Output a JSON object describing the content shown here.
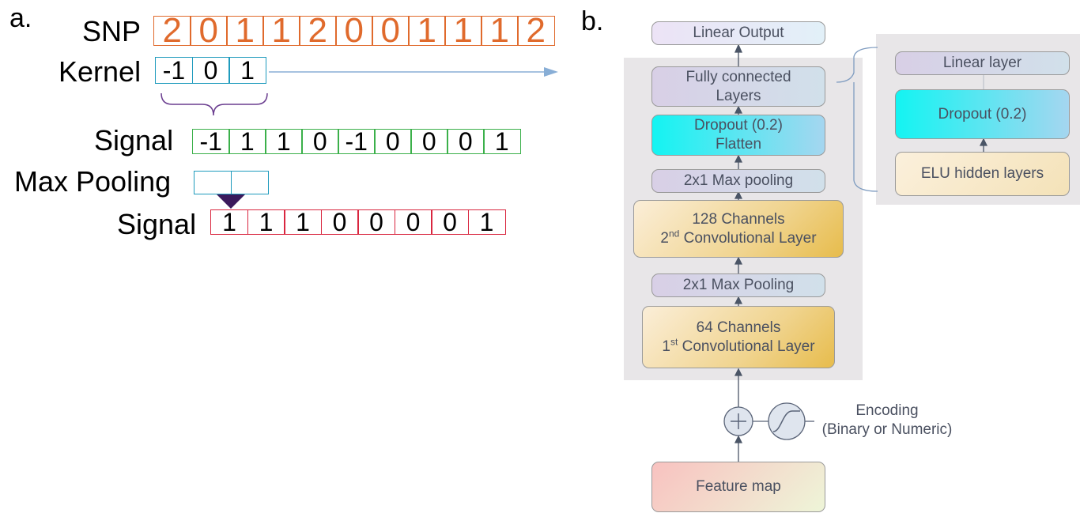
{
  "panel_a": {
    "label": "a.",
    "snp": {
      "label": "SNP",
      "values": [
        "2",
        "0",
        "1",
        "1",
        "2",
        "0",
        "0",
        "1",
        "1",
        "1",
        "2"
      ]
    },
    "kernel": {
      "label": "Kernel",
      "values": [
        "-1",
        "0",
        "1"
      ]
    },
    "signal1": {
      "label": "Signal",
      "values": [
        "-1",
        "1",
        "1",
        "0",
        "-1",
        "0",
        "0",
        "0",
        "1"
      ]
    },
    "max_pooling": {
      "label": "Max Pooling"
    },
    "signal2": {
      "label": "Signal",
      "values": [
        "1",
        "1",
        "1",
        "0",
        "0",
        "0",
        "0",
        "1"
      ]
    }
  },
  "panel_b": {
    "label": "b.",
    "linear_output": "Linear Output",
    "fc_line1": "Fully connected",
    "fc_line2": "Layers",
    "dropout_line1": "Dropout (0.2)",
    "dropout_line2": "Flatten",
    "pool2": "2x1 Max pooling",
    "conv2_line1": "128 Channels",
    "conv2_pre": "2",
    "conv2_sup": "nd",
    "conv2_post": " Convolutional Layer",
    "pool1": "2x1 Max Pooling",
    "conv1_line1": "64 Channels",
    "conv1_pre": "1",
    "conv1_sup": "st",
    "conv1_post": " Convolutional Layer",
    "encoding_line1": "Encoding",
    "encoding_line2": "(Binary or Numeric)",
    "feature_map": "Feature map",
    "detail_linear": "Linear layer",
    "detail_dropout": "Dropout (0.2)",
    "detail_elu": "ELU hidden layers"
  }
}
